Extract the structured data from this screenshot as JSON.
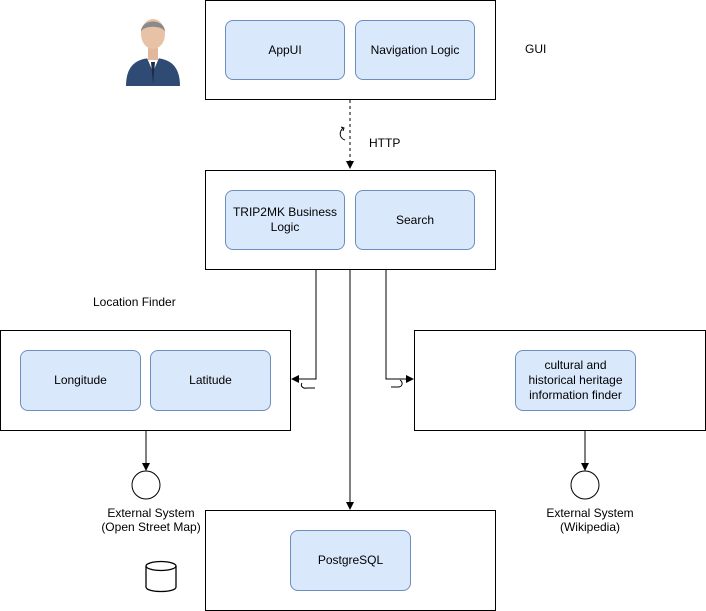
{
  "gui": {
    "label": "GUI",
    "modules": [
      "AppUI",
      "Navigation Logic"
    ]
  },
  "connector": {
    "label": "HTTP"
  },
  "business": {
    "modules": [
      "TRIP2MK Business Logic",
      "Search"
    ]
  },
  "location": {
    "label": "Location Finder",
    "modules": [
      "Longitude",
      "Latitude"
    ]
  },
  "heritage": {
    "modules": [
      "cultural and historical heritage information finder"
    ]
  },
  "database": {
    "modules": [
      "PostgreSQL"
    ]
  },
  "external": {
    "osm": {
      "line1": "External System",
      "line2": "(Open Street Map)"
    },
    "wiki": {
      "line1": "External System",
      "line2": "(Wikipedia)"
    }
  },
  "colors": {
    "module_fill": "#dae8fc",
    "module_stroke": "#6c8ebf",
    "suit": "#2f4a73"
  },
  "icons": [
    "user-icon",
    "database-icon",
    "external-system-icon"
  ]
}
